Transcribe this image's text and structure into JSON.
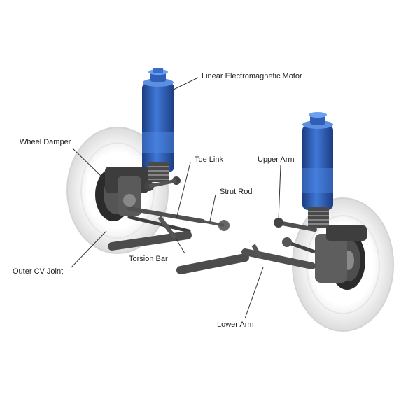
{
  "diagram": {
    "labels": {
      "linear_motor": "Linear Electromagnetic Motor",
      "wheel_damper": "Wheel Damper",
      "toe_link": "Toe Link",
      "upper_arm": "Upper Arm",
      "strut_rod": "Strut Rod",
      "torsion_bar": "Torsion Bar",
      "outer_cv_joint": "Outer CV Joint",
      "lower_arm": "Lower Arm"
    },
    "colors": {
      "motor_blue": "#2f5fb8",
      "motor_blue_dark": "#1c3d80",
      "metal_dark": "#3a3a3a",
      "metal_mid": "#7a7a7a",
      "tire_ghost": "#e9e9e9",
      "leader_line": "#333333"
    }
  }
}
